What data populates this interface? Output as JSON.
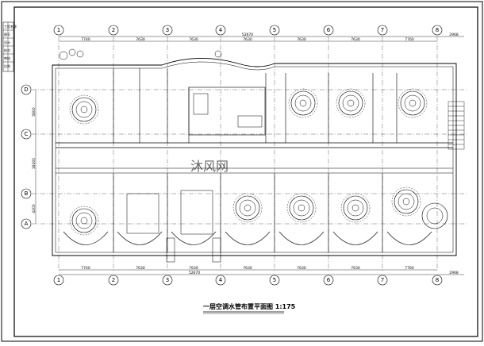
{
  "drawing": {
    "title": "一层空调水管布置平面图 1:175",
    "watermark": "沐风网"
  },
  "title_block": {
    "cells": [
      "工程名称",
      "图号",
      "设计",
      "校对",
      "审核",
      "比例"
    ]
  },
  "axes": {
    "columns": [
      "1",
      "2",
      "3",
      "4",
      "5",
      "6",
      "7",
      "8"
    ],
    "rows": [
      "D",
      "C",
      "B",
      "A"
    ]
  },
  "dimensions": {
    "top_segments": [
      "7740",
      "7630",
      "7630",
      "7630",
      "7630",
      "7630",
      "7760"
    ],
    "top_total": "52670",
    "top_right": "2968",
    "bottom_segments": [
      "7740",
      "7630",
      "7630",
      "7630",
      "7630",
      "7630",
      "7760"
    ],
    "bottom_total": "52670",
    "bottom_right": "2968",
    "left_segments": [
      "5600",
      "18200",
      "4200"
    ]
  },
  "colors": {
    "line": "#000000",
    "background": "#ffffff",
    "watermark": "#bbbbbb"
  }
}
